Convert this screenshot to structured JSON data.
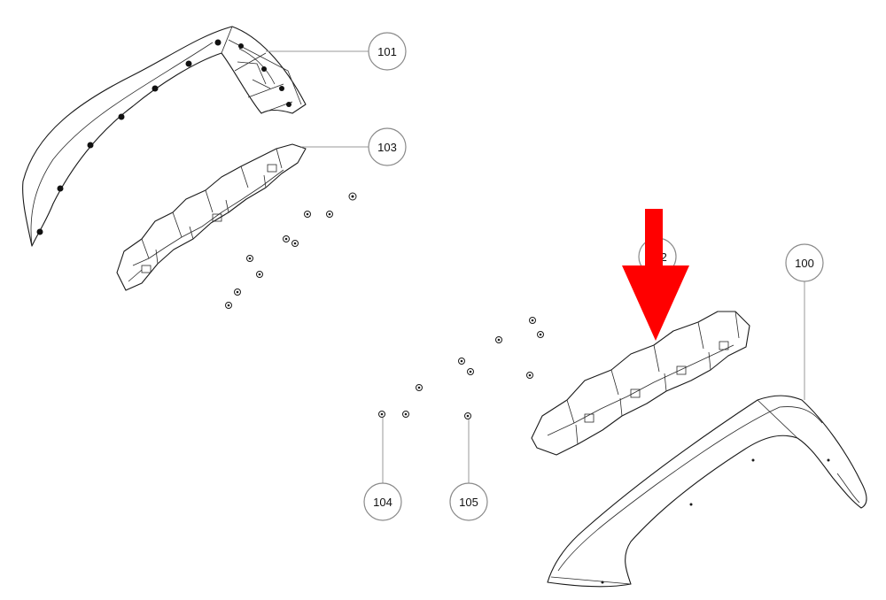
{
  "callouts": [
    {
      "id": "101",
      "label": "101"
    },
    {
      "id": "103",
      "label": "103"
    },
    {
      "id": "102",
      "label": "102"
    },
    {
      "id": "100",
      "label": "100"
    },
    {
      "id": "104",
      "label": "104"
    },
    {
      "id": "105",
      "label": "105"
    }
  ],
  "colors": {
    "arrow": "#ff0000",
    "line": "#1a1a1a",
    "callout_border": "#8a8a8a"
  }
}
